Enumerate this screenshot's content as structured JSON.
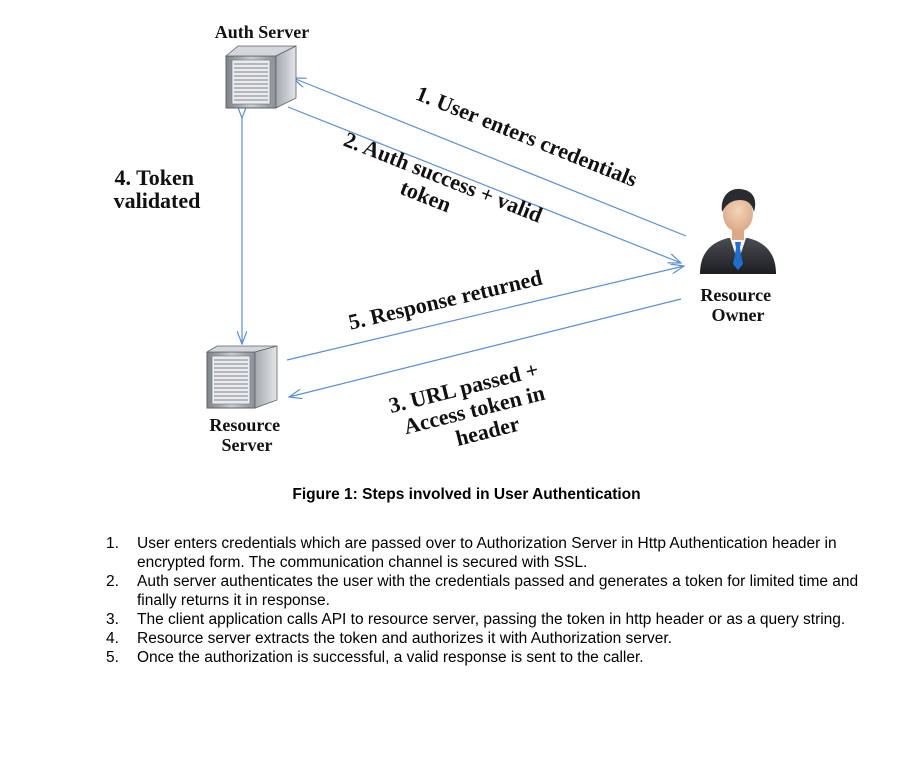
{
  "colors": {
    "arrow": "#5b8fd0",
    "server_body": "#9aa0a6",
    "person_suit": "#2d2f33",
    "person_tie": "#1f6fd1"
  },
  "nodes": {
    "auth_server": {
      "label": "Auth Server",
      "icon": "server-icon"
    },
    "resource_server": {
      "label_lines": [
        "Resource",
        "Server"
      ],
      "icon": "server-icon"
    },
    "resource_owner": {
      "label_lines": [
        "Resource",
        "Owner"
      ],
      "icon": "businessman-icon"
    }
  },
  "edges": {
    "step1": {
      "lines": [
        "1. User enters credentials"
      ]
    },
    "step2": {
      "lines": [
        "2. Auth success + valid",
        "token"
      ]
    },
    "step3": {
      "lines": [
        "3. URL passed +",
        "Access token in",
        "header"
      ]
    },
    "step4": {
      "lines": [
        "4. Token",
        "validated"
      ]
    },
    "step5": {
      "lines": [
        "5. Response returned"
      ]
    }
  },
  "caption": "Figure 1: Steps involved in User Authentication",
  "steps": [
    {
      "num": "1.",
      "text": "User enters credentials which are passed over to Authorization Server in Http Authentication header in encrypted form. The communication channel is secured with SSL."
    },
    {
      "num": "2.",
      "text": "Auth server authenticates the user with the credentials passed and generates a token for limited time and finally returns it in response."
    },
    {
      "num": "3.",
      "text": "The client application calls API to resource server, passing the token in http header or as a query string."
    },
    {
      "num": "4.",
      "text": "Resource server extracts the token and authorizes it with Authorization server."
    },
    {
      "num": "5.",
      "text": "Once the authorization is successful, a valid response is sent to the caller."
    }
  ]
}
